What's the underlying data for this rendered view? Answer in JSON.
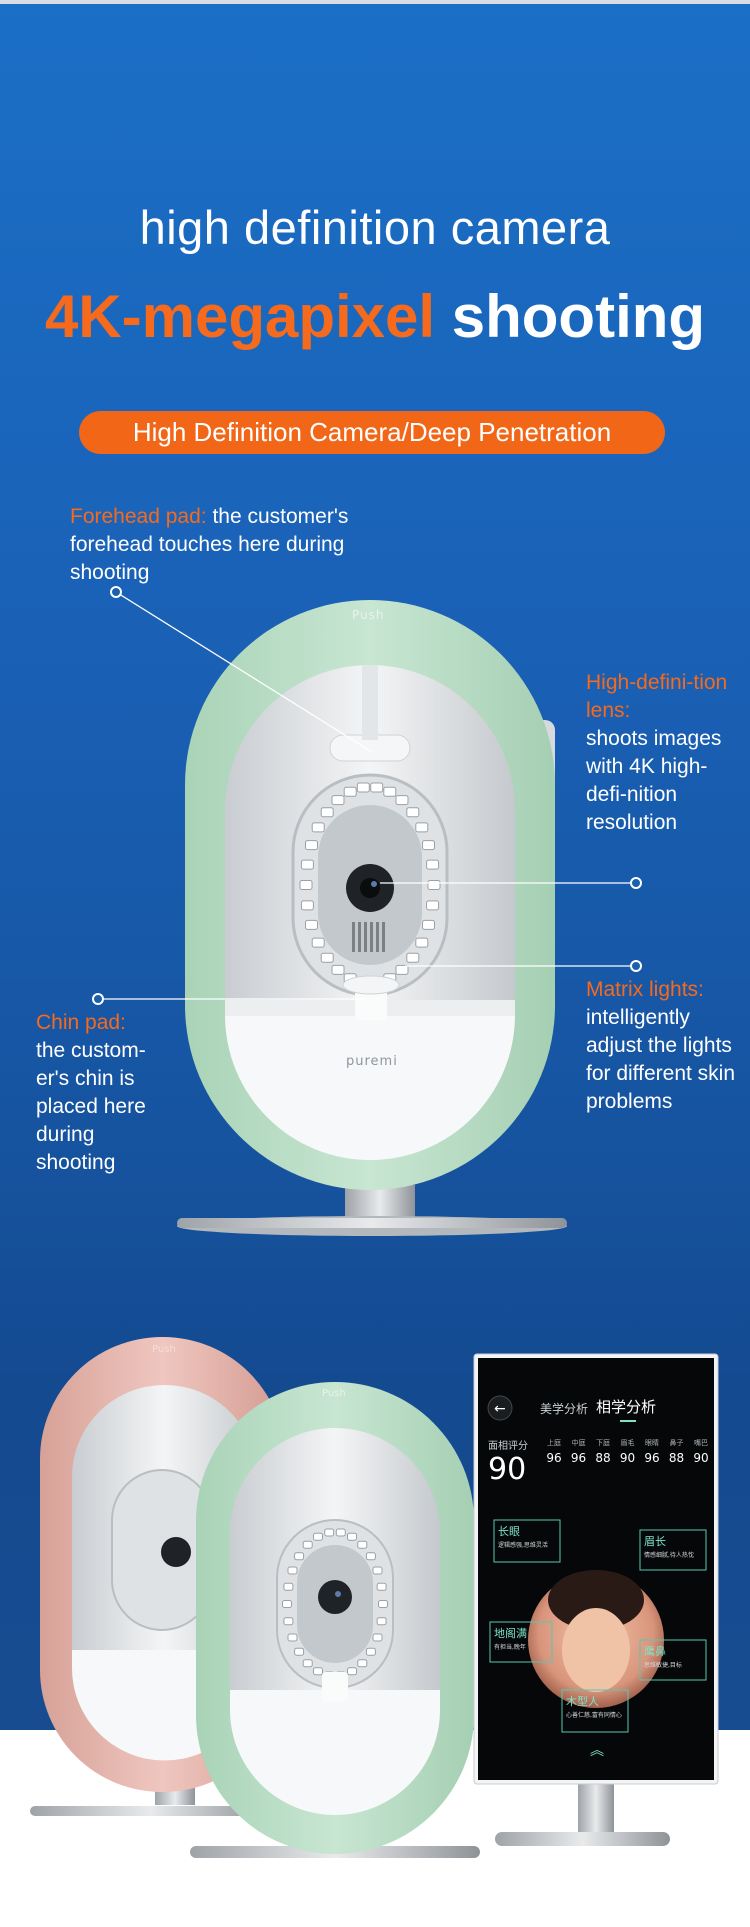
{
  "headline": {
    "line1": "high definition camera",
    "line2_highlight": "4K-megapixel",
    "line2_rest": " shooting"
  },
  "badge": "High Definition Camera/Deep Penetration",
  "callouts": {
    "forehead": {
      "title": "Forehead pad:",
      "text": " the customer's forehead touches here during shooting"
    },
    "lens": {
      "title": "High-defini-tion lens:",
      "text": "shoots images with 4K high-defi-nition resolution"
    },
    "lights": {
      "title": "Matrix lights:",
      "text": "intelligently adjust the lights for different skin problems"
    },
    "chin": {
      "title": "Chin pad:",
      "text": "the custom-er's chin is placed here during shooting"
    }
  },
  "device": {
    "brand": "puremi",
    "push_label": "Push"
  },
  "screen": {
    "tab1": "美学分析",
    "tab2": "相学分析",
    "score_label": "面相评分",
    "score": "90",
    "metrics": [
      {
        "label": "上庭",
        "value": "96"
      },
      {
        "label": "中庭",
        "value": "96"
      },
      {
        "label": "下庭",
        "value": "88"
      },
      {
        "label": "眉毛",
        "value": "90"
      },
      {
        "label": "眼睛",
        "value": "96"
      },
      {
        "label": "鼻子",
        "value": "88"
      },
      {
        "label": "嘴巴",
        "value": "90"
      }
    ],
    "tags": [
      {
        "title": "长眼",
        "desc": "逻辑感强,思维灵活"
      },
      {
        "title": "眉长",
        "desc": "情感细腻,待人热忱"
      },
      {
        "title": "地阁满",
        "desc": "有担当,晚年"
      },
      {
        "title": "鹰鼻",
        "desc": "思维敏捷,目标"
      },
      {
        "title": "木型人",
        "desc": "心善仁慈,富有同情心"
      }
    ]
  },
  "colors": {
    "accent": "#f26617",
    "background": "#1a5fb0",
    "device_green": "#b9dcc6",
    "device_pink": "#e6b5ad"
  }
}
